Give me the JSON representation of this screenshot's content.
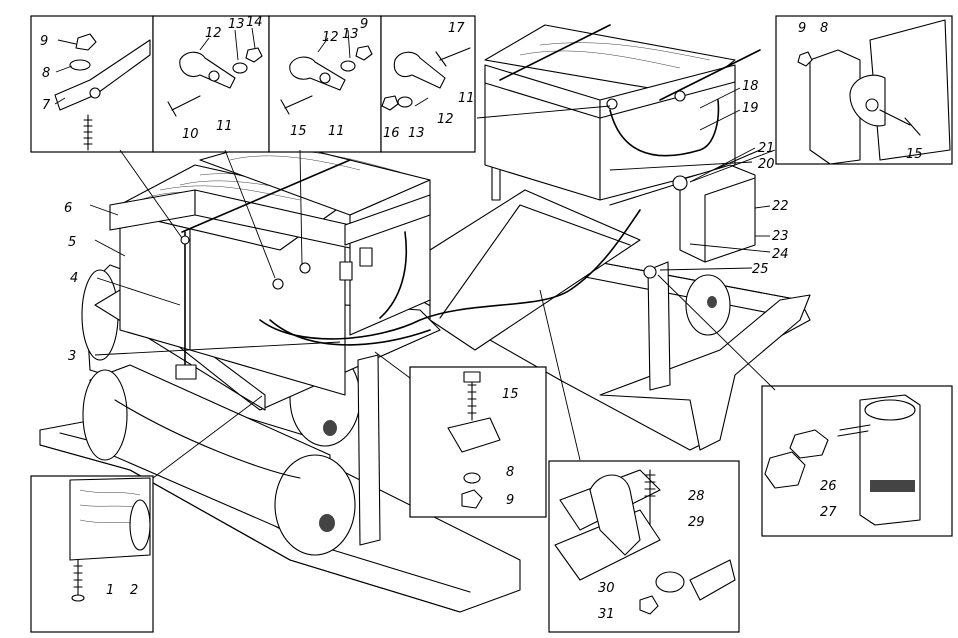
{
  "callouts": [
    "1",
    "2",
    "3",
    "4",
    "5",
    "6",
    "7",
    "8",
    "9",
    "10",
    "11",
    "12",
    "13",
    "14",
    "15",
    "16",
    "17",
    "18",
    "19",
    "20",
    "21",
    "22",
    "23",
    "24",
    "25",
    "26",
    "27",
    "28",
    "29",
    "30",
    "31"
  ],
  "detail_labels": {
    "d1": [
      "9",
      "8",
      "7"
    ],
    "d2": [
      "12",
      "13",
      "14",
      "10",
      "11"
    ],
    "d3": [
      "12",
      "13",
      "9",
      "15",
      "11"
    ],
    "d4": [
      "17",
      "11",
      "12",
      "13",
      "16"
    ],
    "d5": [
      "9",
      "8",
      "15"
    ],
    "d6": [
      "15",
      "8",
      "9"
    ],
    "d7": [
      "28",
      "29",
      "30",
      "31"
    ],
    "d8": [
      "26",
      "27"
    ],
    "d9": [
      "1",
      "2"
    ]
  },
  "main_labels": [
    "6",
    "5",
    "4",
    "3",
    "18",
    "19",
    "21",
    "20",
    "22",
    "23",
    "24",
    "25"
  ]
}
